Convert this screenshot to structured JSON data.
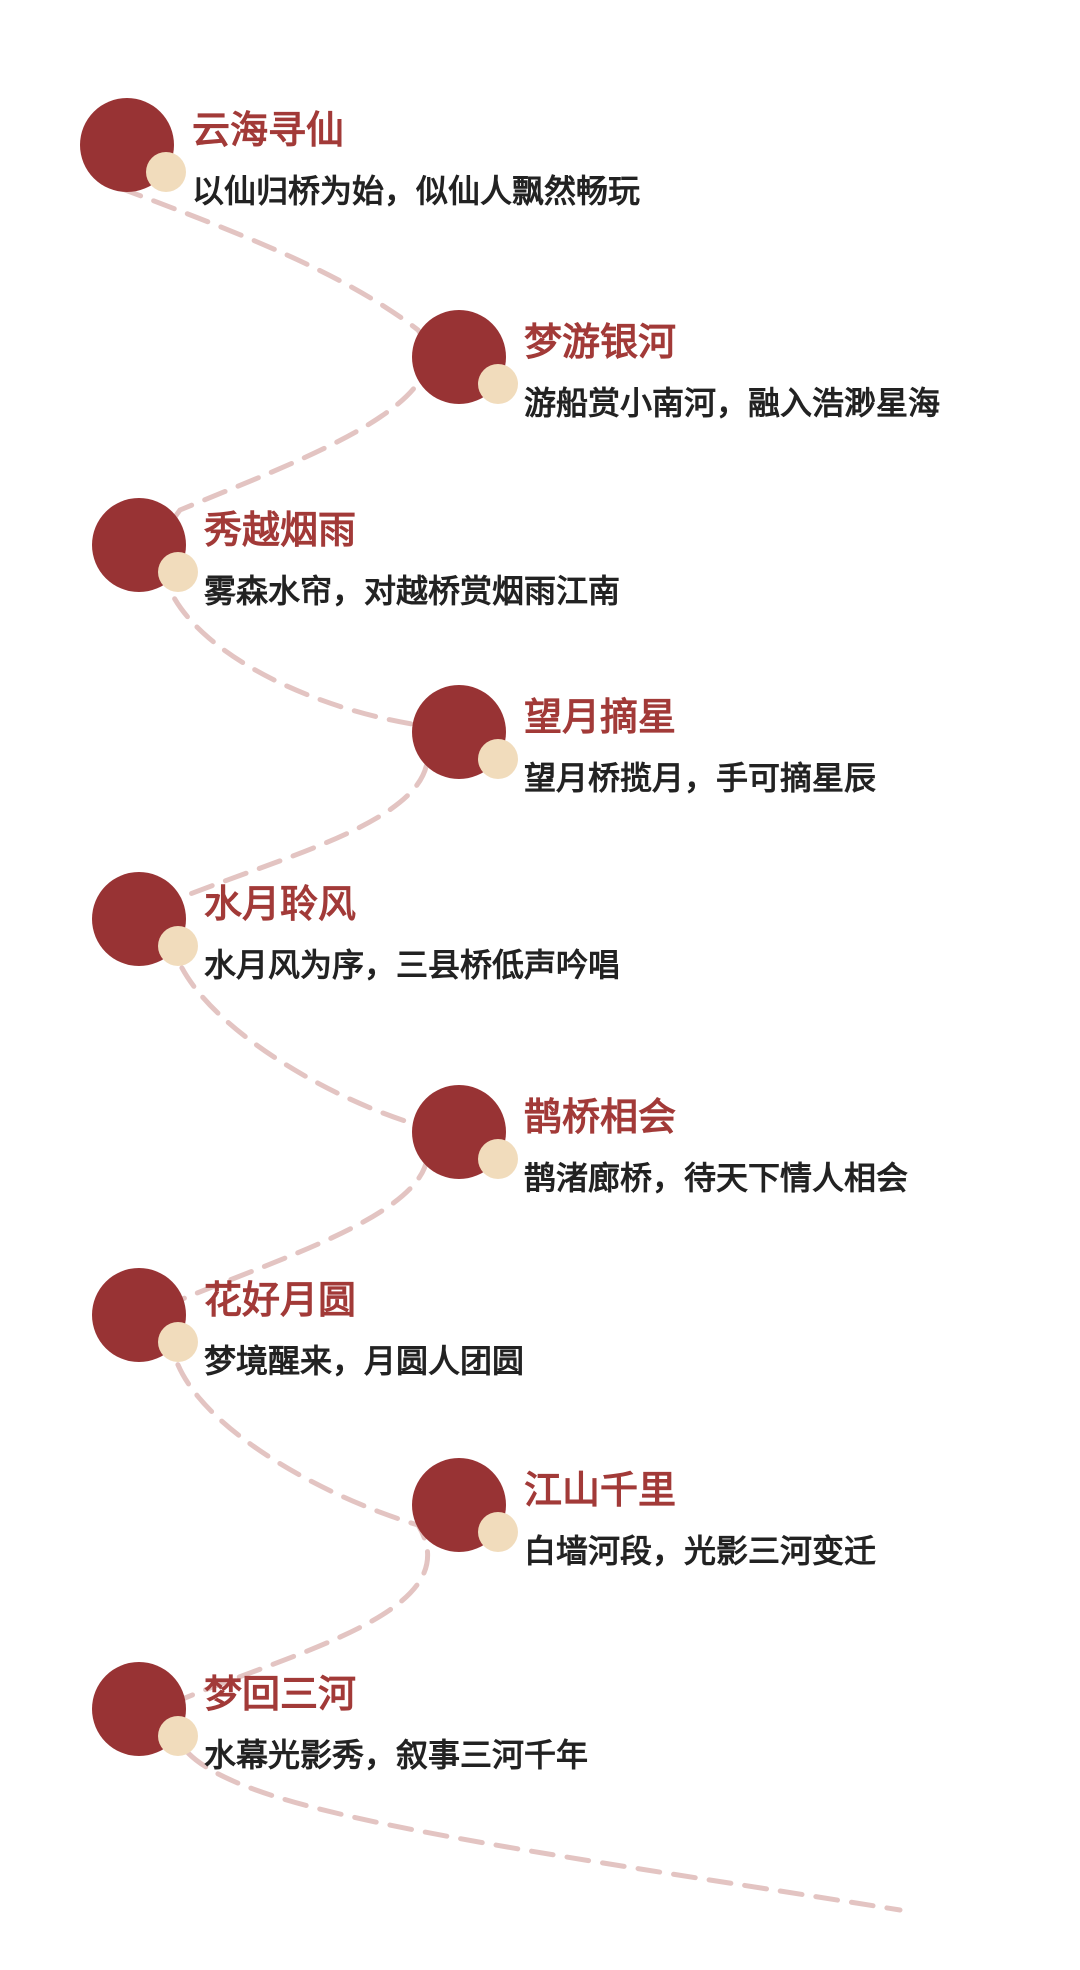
{
  "colors": {
    "accent": "#983334",
    "accent_text": "#a23a38",
    "dot_light": "#f1dcbc",
    "path": "#e3c4c2",
    "text": "#222222"
  },
  "stops": [
    {
      "title": "云海寻仙",
      "desc": "以仙归桥为始，似仙人飘然畅玩"
    },
    {
      "title": "梦游银河",
      "desc": "游船赏小南河，融入浩渺星海"
    },
    {
      "title": "秀越烟雨",
      "desc": "雾森水帘，对越桥赏烟雨江南"
    },
    {
      "title": "望月摘星",
      "desc": "望月桥揽月，手可摘星辰"
    },
    {
      "title": "水月聆风",
      "desc": "水月风为序，三县桥低声吟唱"
    },
    {
      "title": "鹊桥相会",
      "desc": "鹊渚廊桥，待天下情人相会"
    },
    {
      "title": "花好月圆",
      "desc": "梦境醒来，月圆人团圆"
    },
    {
      "title": "江山千里",
      "desc": "白墙河段，光影三河变迁"
    },
    {
      "title": "梦回三河",
      "desc": "水幕光影秀，叙事三河千年"
    }
  ]
}
